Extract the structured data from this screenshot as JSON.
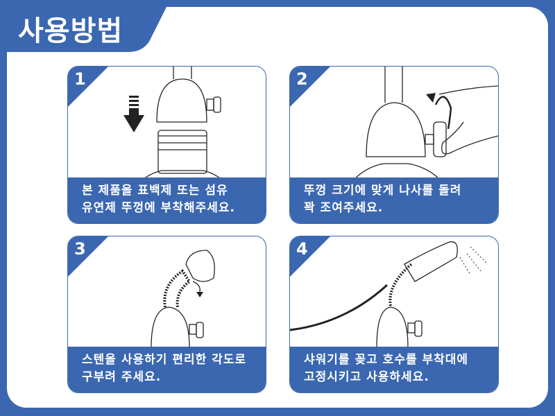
{
  "title": "사용방법",
  "colors": {
    "accent": "#3a67b0",
    "background": "#ffffff"
  },
  "steps": [
    {
      "number": "1",
      "lines": [
        "본 제품을 표백제 또는 섬유",
        "유연제 뚜껑에 부착해주세요."
      ]
    },
    {
      "number": "2",
      "lines": [
        "뚜껑 크기에 맞게 나사를 돌려",
        "꽉 조여주세요."
      ]
    },
    {
      "number": "3",
      "lines": [
        "스텐을 사용하기 편리한 각도로",
        "구부려 주세요."
      ]
    },
    {
      "number": "4",
      "lines": [
        "샤워기를 꽂고 호수를 부착대에",
        "고정시키고 사용하세요."
      ]
    }
  ]
}
